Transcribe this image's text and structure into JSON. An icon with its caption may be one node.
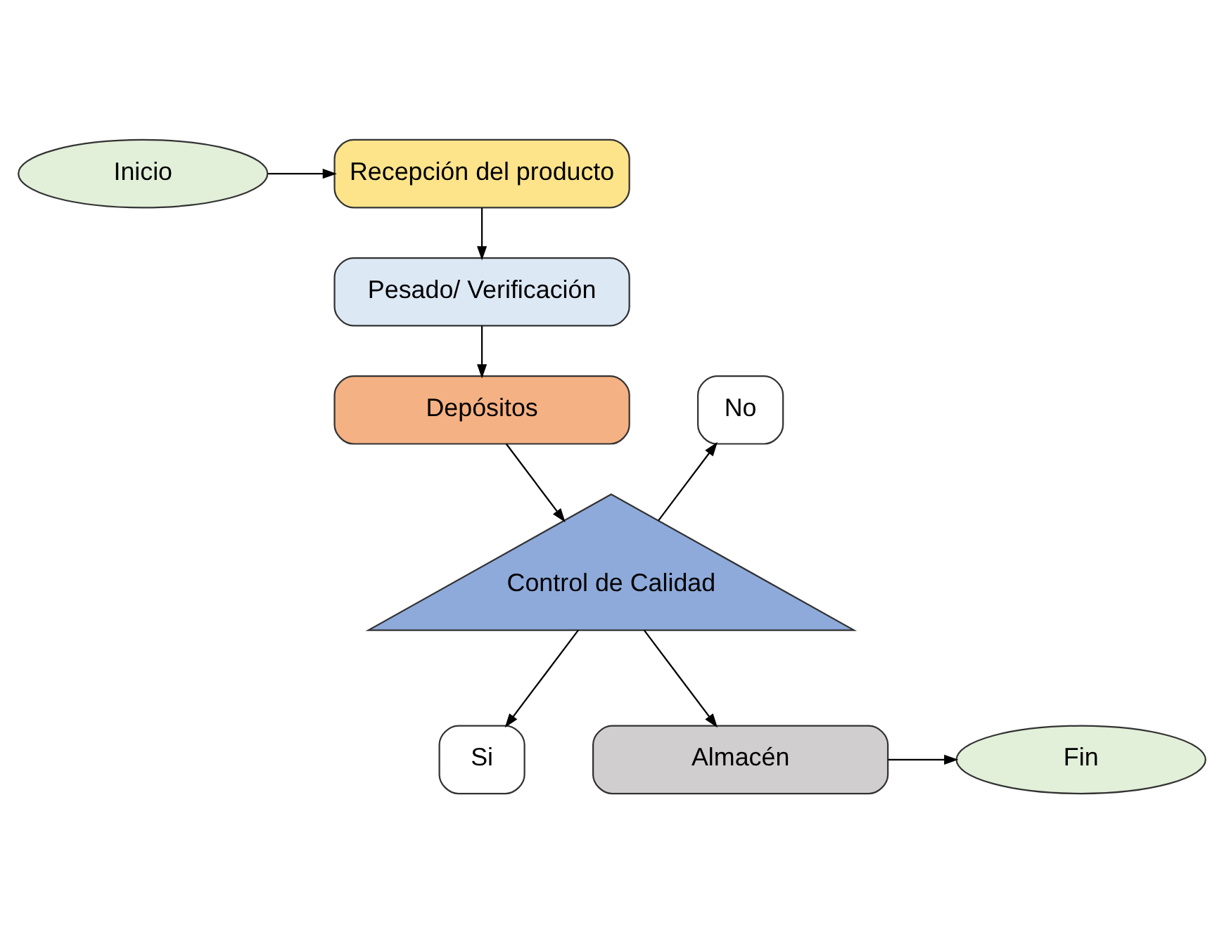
{
  "diagram": {
    "nodes": [
      {
        "text": [
          "Inicio"
        ]
      },
      {
        "text": [
          "Recepción del producto"
        ]
      },
      {
        "text": [
          "Pesado/ Verificación"
        ]
      },
      {
        "text": [
          "Depósitos"
        ]
      },
      {
        "text": [
          "Control de Calidad"
        ]
      },
      {
        "text": [
          "No"
        ]
      },
      {
        "text": [
          "Si"
        ]
      },
      {
        "text": [
          "Almacén"
        ]
      },
      {
        "text": [
          "Fin"
        ]
      }
    ],
    "edges": [
      {
        "from": 0,
        "to": 1,
        "arrow": "to"
      },
      {
        "from": 1,
        "to": 2,
        "arrow": "to"
      },
      {
        "from": 2,
        "to": 3,
        "arrow": "to"
      },
      {
        "from": 3,
        "to": 4,
        "arrow": "to"
      },
      {
        "from": 4,
        "to": 5,
        "arrow": "to"
      },
      {
        "from": 4,
        "to": 6,
        "arrow": "to"
      },
      {
        "from": 4,
        "to": 7,
        "arrow": "to"
      },
      {
        "from": 7,
        "to": 8,
        "arrow": "to"
      }
    ]
  }
}
